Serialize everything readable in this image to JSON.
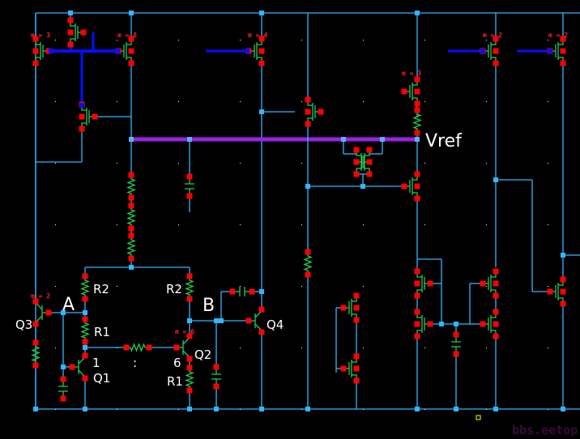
{
  "colors": {
    "wire": "#33b5ff",
    "device": "#22cc55",
    "pin": "#ff0000",
    "bus": "#0010ff",
    "vref_bus": "#9a22e6",
    "text": "#ffffff",
    "watermark": "#3a0a3a"
  },
  "labels": {
    "vref": "Vref",
    "node_a": "A",
    "node_b": "B",
    "q1": "Q1",
    "q2": "Q2",
    "q3": "Q3",
    "q4": "Q4",
    "r2_left": "R2",
    "r2_right": "R2",
    "r1_left": "R1",
    "r1_right": "R1",
    "ratio_1": "1",
    "ratio_sep": ":",
    "ratio_6": "6"
  },
  "multipliers": {
    "m1": "m = 3",
    "m2": "m = 8",
    "m3": "m = 4",
    "m4": "m = 2",
    "m5": "m = 2",
    "m6": "m = 3",
    "q3": "m = 2",
    "q2": "m = 6"
  },
  "watermark": "bbs.eetop.cn"
}
